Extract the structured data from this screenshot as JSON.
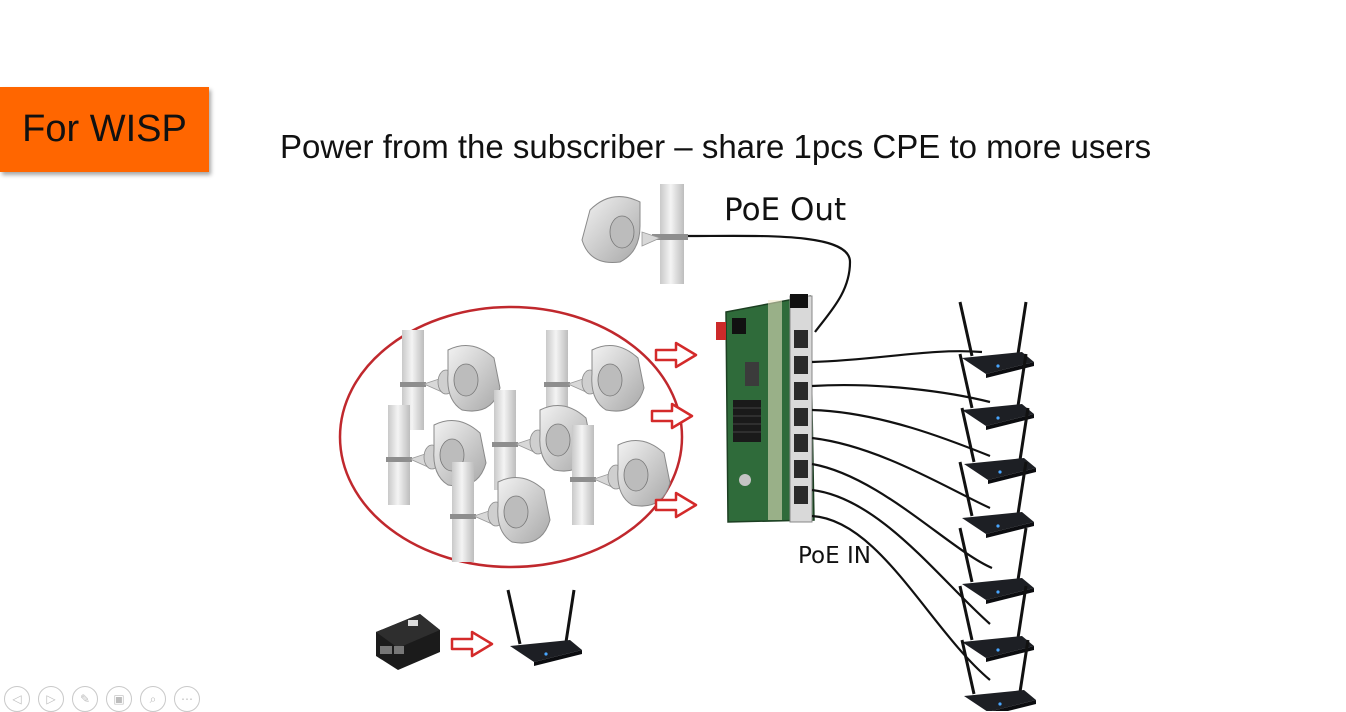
{
  "badge": {
    "label": "For WISP",
    "color": "#ff6600"
  },
  "title": "Power from the subscriber – share 1pcs CPE to more users",
  "labels": {
    "poe_out": "PoE Out",
    "poe_in": "PoE IN"
  },
  "colors": {
    "ellipse": "#c0282d",
    "arrow": "#d42a2a",
    "board": "#2f6b3a",
    "cable": "#111111"
  },
  "icons": {
    "cpe": "cpe-antenna-icon",
    "router": "wifi-router-icon",
    "adapter": "poe-adapter-icon",
    "switch": "poe-switch-board-icon"
  },
  "nav": [
    {
      "name": "nav-prev-icon",
      "glyph": "◁"
    },
    {
      "name": "nav-next-icon",
      "glyph": "▷"
    },
    {
      "name": "nav-pen-icon",
      "glyph": "✎"
    },
    {
      "name": "nav-slides-icon",
      "glyph": "▣"
    },
    {
      "name": "nav-zoom-icon",
      "glyph": "⌕"
    },
    {
      "name": "nav-more-icon",
      "glyph": "⋯"
    }
  ]
}
